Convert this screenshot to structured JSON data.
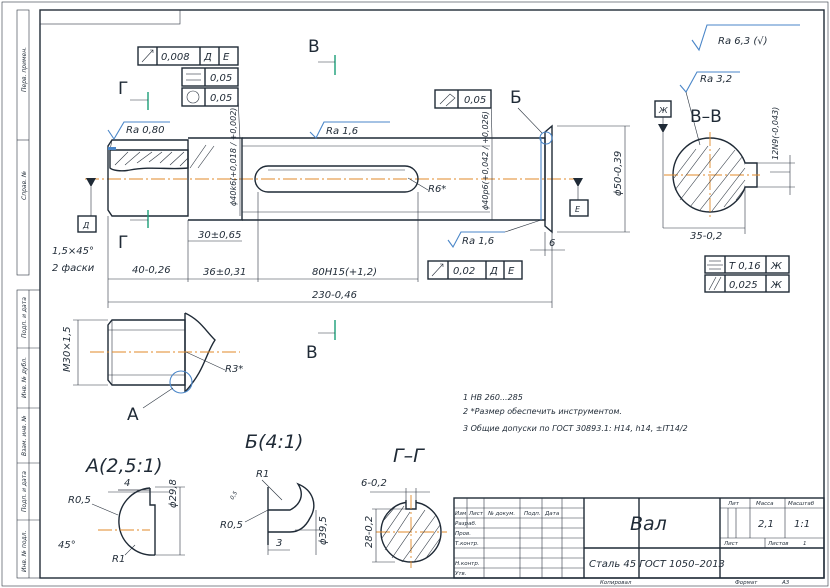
{
  "view_labels": {
    "V_top": "В",
    "V_bottom": "В",
    "G_top": "Г",
    "G_bottom": "Г",
    "B_point": "Б",
    "A_point": "A"
  },
  "section_titles": {
    "vv": "В–В",
    "a_view": "A(2,5:1)",
    "b_view": "Б(4:1)",
    "gg": "Г–Г"
  },
  "roughness": {
    "general": "Ra 6,3 (√)",
    "left_end": "Ra 0,80",
    "shaft_body": "Ra 1,6",
    "shoulder": "Ra 1,6",
    "section_vv": "Ra 3,2"
  },
  "datums": {
    "d": "Д",
    "e": "Е",
    "zh": "Ж"
  },
  "tolerance_frames": {
    "runout_top": {
      "value": "0,008",
      "ref1": "Д",
      "ref2": "Е"
    },
    "parallel": {
      "value": "0,05"
    },
    "cylindricity": {
      "value": "0,05"
    },
    "runout_right": {
      "value": "0,05"
    },
    "runout_bottom": {
      "value": "0,02",
      "ref1": "Д",
      "ref2": "Е"
    },
    "symmetry": {
      "value": "Т 0,16",
      "ref": "Ж"
    },
    "parallel_key": {
      "value": "0,025",
      "ref": "Ж"
    }
  },
  "dimensions": {
    "chamfer_note": "1,5×45°",
    "chamfer_count": "2 фаски",
    "d40_left": "ϕ40k6(+0,018 / +0,002)",
    "d40_right": "ϕ40p6(+0,042 / +0,026)",
    "d50": "ϕ50-0,39",
    "r6": "R6*",
    "len_30": "30±0,65",
    "len_40": "40-0,26",
    "len_36": "36±0,31",
    "len_80": "80H15(+1,2)",
    "len_230": "230-0,46",
    "len_6": "6",
    "m30": "M30×1,5",
    "r3": "R3*",
    "len_35": "35-0,2",
    "key_width": "12N9(-0,043)",
    "a_r05": "R0,5",
    "a_r1": "R1",
    "a_45": "45°",
    "a_4": "4",
    "a_d298": "ϕ29,8",
    "b_r1": "R1",
    "b_r05": "R0,5",
    "b_3": "3",
    "b_d395": "ϕ39,5",
    "b_05": "0,5",
    "g_6": "6-0,2",
    "g_28": "28-0,2"
  },
  "notes": [
    "1 НВ 260...285",
    "2 *Размер обеспечить инструментом.",
    "3 Общие допуски по ГОСТ 30893.1: H14, h14, ±IT14/2"
  ],
  "title_block": {
    "name": "Вал",
    "material": "Сталь 45 ГОСТ 1050–2013",
    "headers": {
      "lit": "Лит",
      "mass": "Масса",
      "scale": "Масштаб"
    },
    "mass": "2,1",
    "scale": "1:1",
    "sheet_label": "Лист",
    "sheets_label": "Листов",
    "sheets": "1",
    "row_labels": [
      "Изм",
      "Лист",
      "№ докум.",
      "Подп.",
      "Дата"
    ],
    "people": [
      "Разраб.",
      "Пров.",
      "Т.контр.",
      "",
      "Н.контр.",
      "Утв."
    ],
    "copied": "Копировал",
    "format_label": "Формат",
    "format": "A3"
  },
  "side_stamps": [
    "Перв. примен.",
    "Справ. №",
    "Подп. и дата",
    "Инв. № дубл.",
    "Взам. инв. №",
    "Подп. и дата",
    "Инв. № подл."
  ]
}
